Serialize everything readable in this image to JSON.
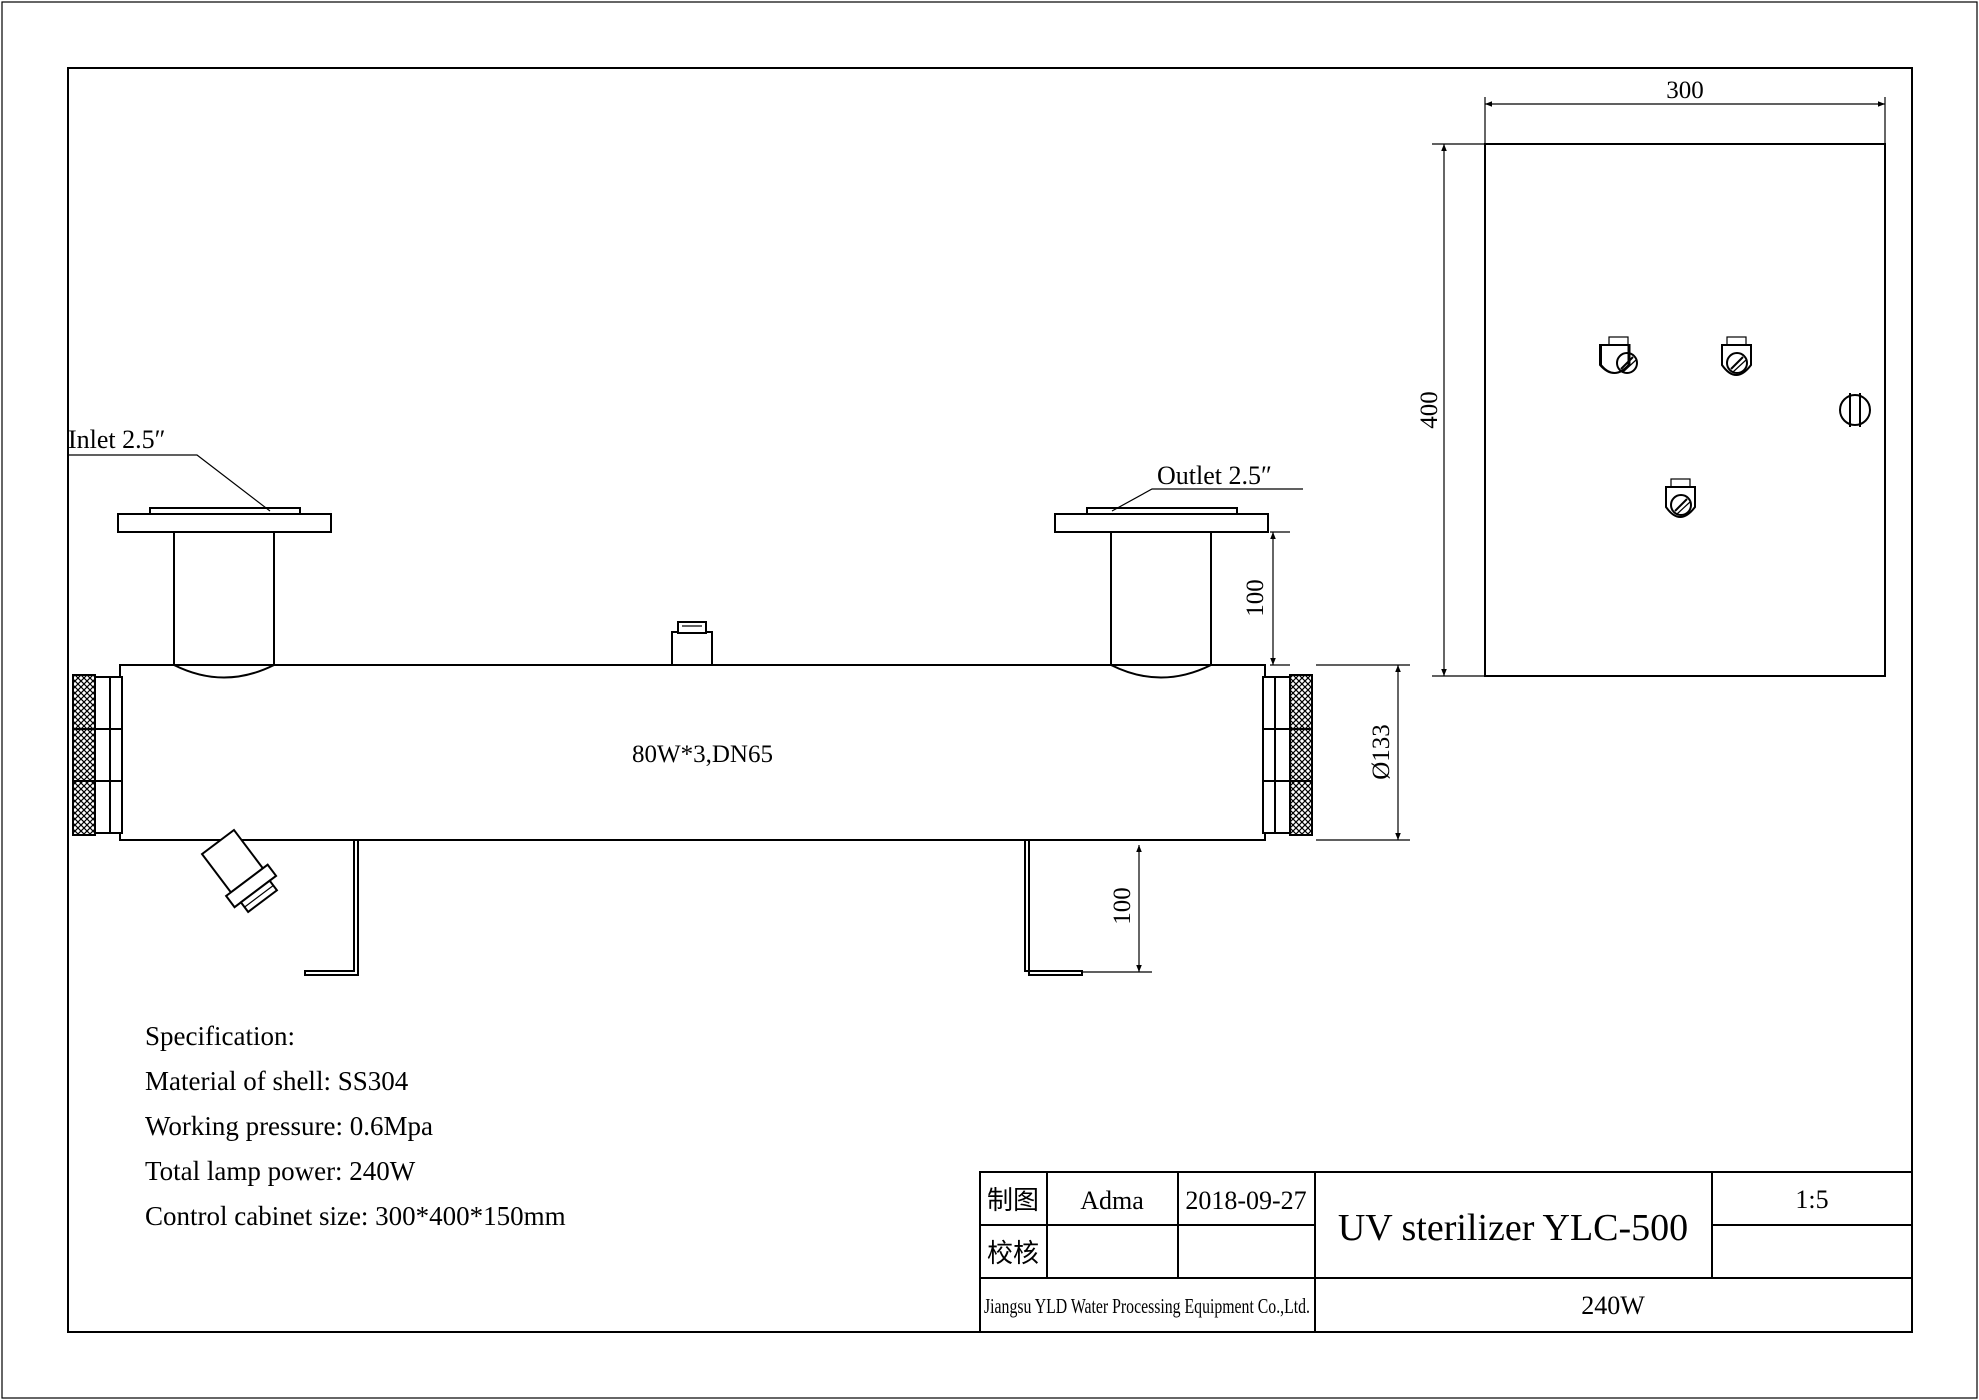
{
  "labels": {
    "inlet": "Inlet  2.5″",
    "outlet": "Outlet  2.5″",
    "body_spec": "80W*3,DN65"
  },
  "dimensions": {
    "cabinet_width": "300",
    "cabinet_height": "400",
    "outlet_height": "100",
    "pipe_diameter": "Ø133",
    "leg_height": "100"
  },
  "specification": {
    "heading": "Specification:",
    "lines": [
      "Material of shell: SS304",
      "Working pressure: 0.6Mpa",
      "Total lamp power: 240W",
      "Control cabinet size: 300*400*150mm"
    ]
  },
  "title_block": {
    "drawn_label": "制图",
    "drawn_by": "Adma",
    "date": "2018-09-27",
    "check_label": "校核",
    "title": "UV sterilizer YLC-500",
    "scale": "1:5",
    "company": "Jiangsu YLD Water Processing Equipment Co.,Ltd.",
    "power": "240W"
  }
}
